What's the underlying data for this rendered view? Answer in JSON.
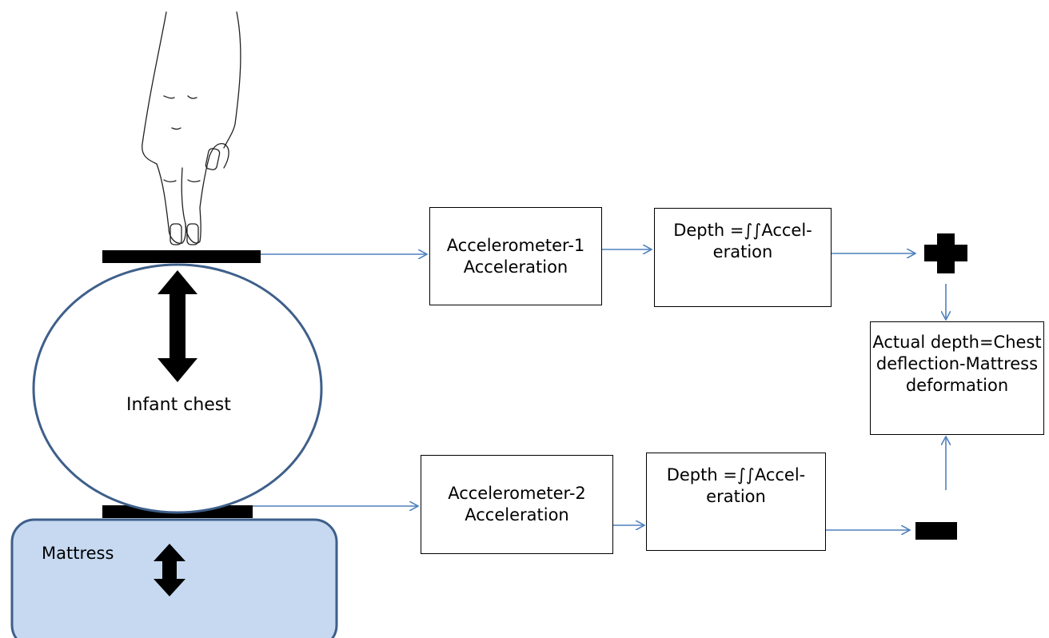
{
  "diagram": {
    "chest_label": "Infant chest",
    "mattress_label": "Mattress",
    "accelerometer_1": {
      "line1": "Accelerometer-1",
      "line2": "Acceleration"
    },
    "depth_1": {
      "line1": "Depth =∫∫Accel-",
      "line2": "eration"
    },
    "accelerometer_2": {
      "line1": "Accelerometer-2",
      "line2": "Acceleration"
    },
    "depth_2": {
      "line1": "Depth =∫∫Accel-",
      "line2": "eration"
    },
    "actual_depth": {
      "line1": "Actual depth=Chest",
      "line2": "deflection-Mattress",
      "line3": "deformation"
    },
    "plus_symbol": "plus-icon",
    "minus_symbol": "minus-icon",
    "colors": {
      "chest_outline": "#3e5f8a",
      "mattress_fill": "#c6d9f1",
      "mattress_outline": "#3e5f8a",
      "connector": "#4f81bd",
      "plate": "#000000"
    }
  }
}
